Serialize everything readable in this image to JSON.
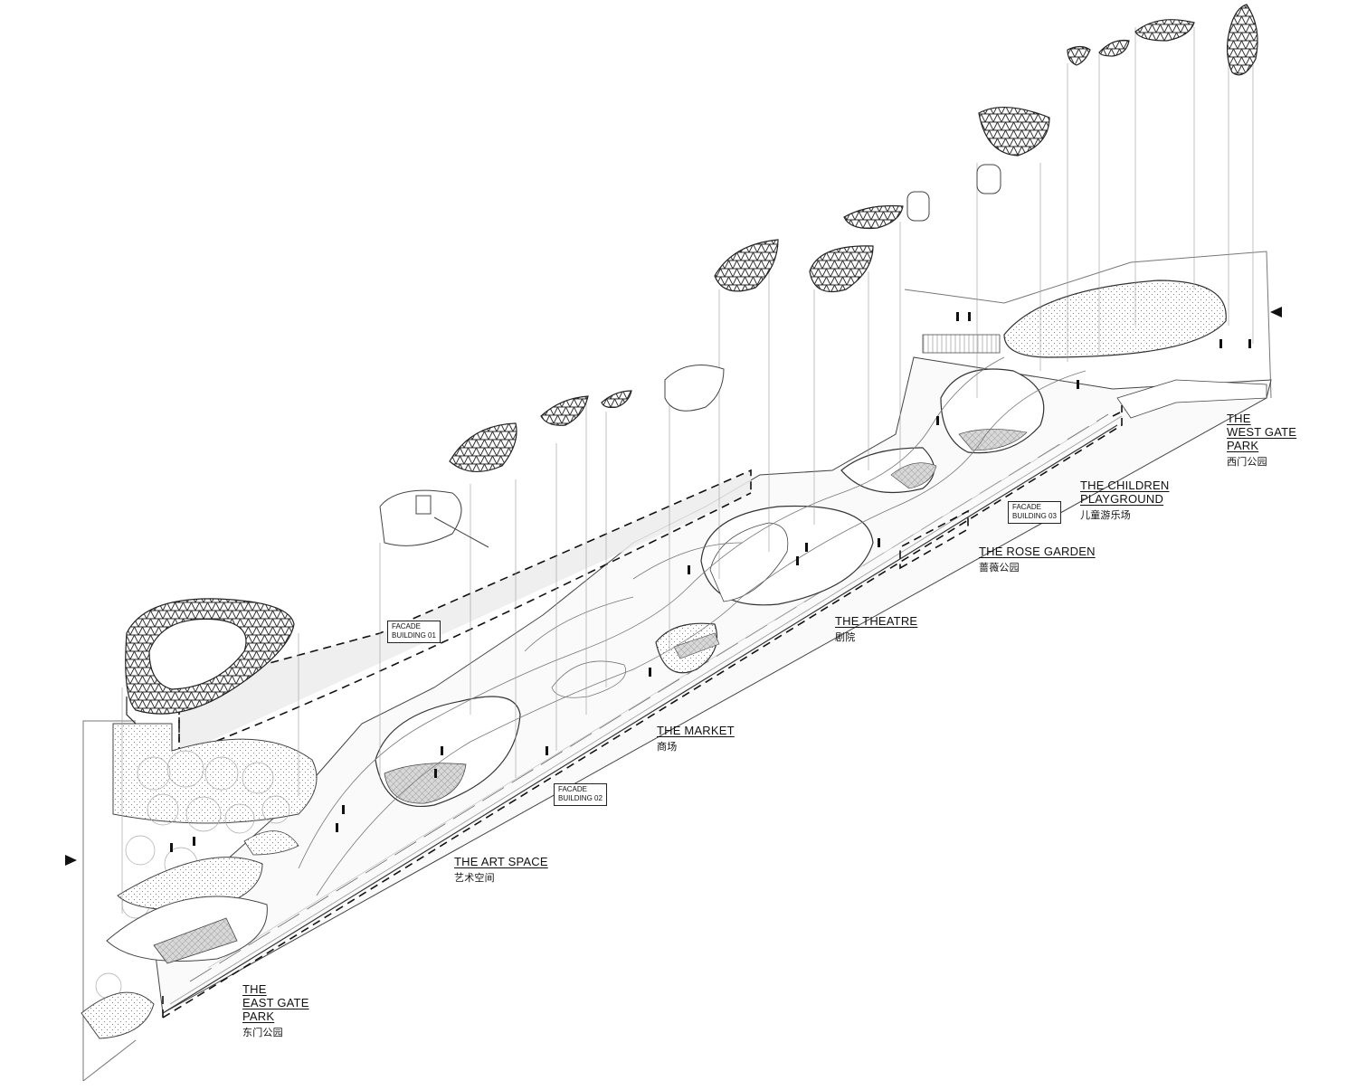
{
  "zones": {
    "east_gate": {
      "en": "THE\nEAST GATE\nPARK",
      "zh": "东门公园"
    },
    "art_space": {
      "en": "THE ART SPACE",
      "zh": "艺术空间"
    },
    "market": {
      "en": "THE MARKET",
      "zh": "商场"
    },
    "theatre": {
      "en": "THE THEATRE",
      "zh": "剧院"
    },
    "rose_garden": {
      "en": "THE ROSE GARDEN",
      "zh": "蔷薇公园"
    },
    "children_playground": {
      "en": "THE CHILDREN\nPLAYGROUND",
      "zh": "儿童游乐场"
    },
    "west_gate": {
      "en": "THE\nWEST GATE\nPARK",
      "zh": "西门公园"
    }
  },
  "facade_tags": {
    "building_01": "FACADE\nBUILDING 01",
    "building_02": "FACADE\nBUILDING 02",
    "building_03": "FACADE\nBUILDING 03"
  },
  "colors": {
    "ink": "#111111",
    "line": "#555555",
    "hatch": "#444444",
    "fill_light": "#e9e9e9"
  }
}
